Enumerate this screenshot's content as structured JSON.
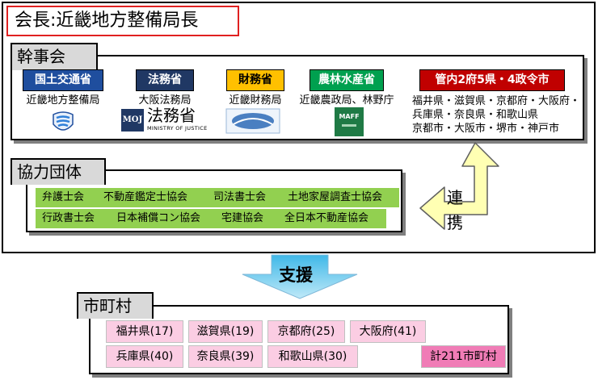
{
  "chair": {
    "label": "会長:近畿地方整備局長"
  },
  "executive": {
    "label": "幹事会",
    "ministries": [
      {
        "name": "国土交通省",
        "sub": "近畿地方整備局",
        "color": "#1f4e9e"
      },
      {
        "name": "法務省",
        "sub": "大阪法務局",
        "color": "#203864"
      },
      {
        "name": "財務省",
        "sub": "近畿財務局",
        "color": "#ffc000"
      },
      {
        "name": "農林水産省",
        "sub": "近畿農政局、林野庁",
        "color": "#00a04f"
      },
      {
        "name": "管内2府5県・4政令市",
        "color": "#c00000"
      }
    ],
    "logos": {
      "moj_mark": "MOJ",
      "moj_text": "法務省",
      "moj_sub": "MINISTRY OF JUSTICE",
      "maff": "MAFF"
    },
    "prefectures_lines": [
      "福井県・滋賀県・京都府・大阪府・",
      "兵庫県・奈良県・和歌山県",
      "京都市・大阪市・堺市・神戸市"
    ]
  },
  "cooperation": {
    "label": "協力団体",
    "row1": [
      "弁護士会",
      "不動産鑑定士協会",
      "司法書士会",
      "土地家屋調査士協会"
    ],
    "row2": [
      "行政書士会",
      "日本補償コン協会",
      "宅建協会",
      "全日本不動産協会"
    ],
    "link_label": [
      "連",
      "携"
    ]
  },
  "support": {
    "label": "支援"
  },
  "municipalities": {
    "label": "市町村",
    "items": [
      "福井県(17)",
      "滋賀県(19)",
      "京都府(25)",
      "大阪府(41)",
      "兵庫県(40)",
      "奈良県(39)",
      "和歌山県(30)"
    ],
    "total": "計211市町村"
  }
}
